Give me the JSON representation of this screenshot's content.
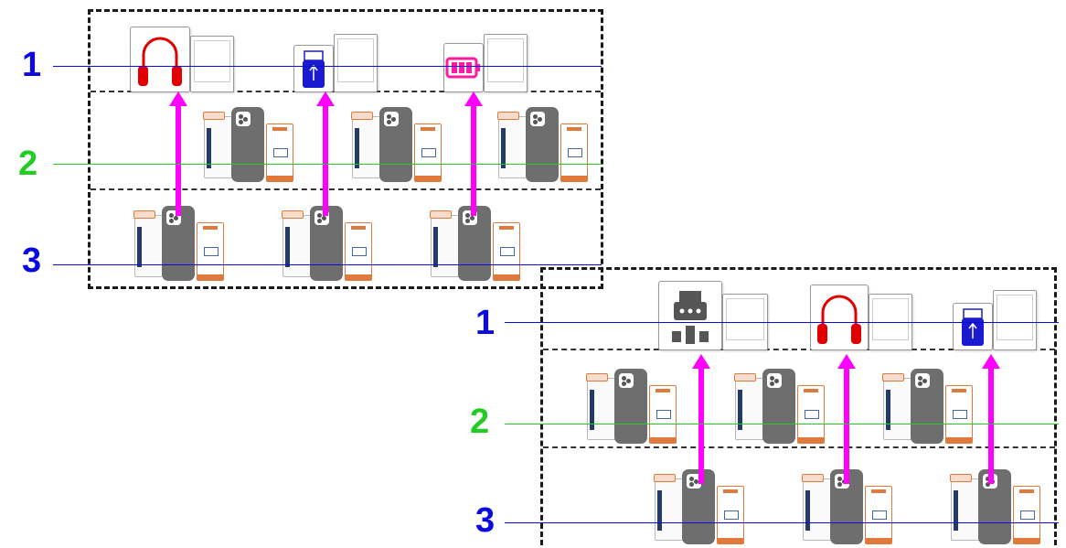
{
  "colors": {
    "tier_1": "#0a0ae0",
    "tier_2": "#22cc22",
    "tier_3": "#0a0ae0",
    "arrow": "#ff00ff",
    "board_border": "#1a1a1a"
  },
  "board_a": {
    "tiers": [
      {
        "label": "1"
      },
      {
        "label": "2"
      },
      {
        "label": "3"
      }
    ],
    "accessories": [
      {
        "icon": "headphones-icon"
      },
      {
        "icon": "usb-drive-icon"
      },
      {
        "icon": "battery-icon"
      }
    ]
  },
  "board_b": {
    "tiers": [
      {
        "label": "1"
      },
      {
        "label": "2"
      },
      {
        "label": "3"
      }
    ],
    "accessories": [
      {
        "icon": "travel-adapter-icon"
      },
      {
        "icon": "headphones-icon"
      },
      {
        "icon": "usb-drive-icon"
      }
    ]
  }
}
